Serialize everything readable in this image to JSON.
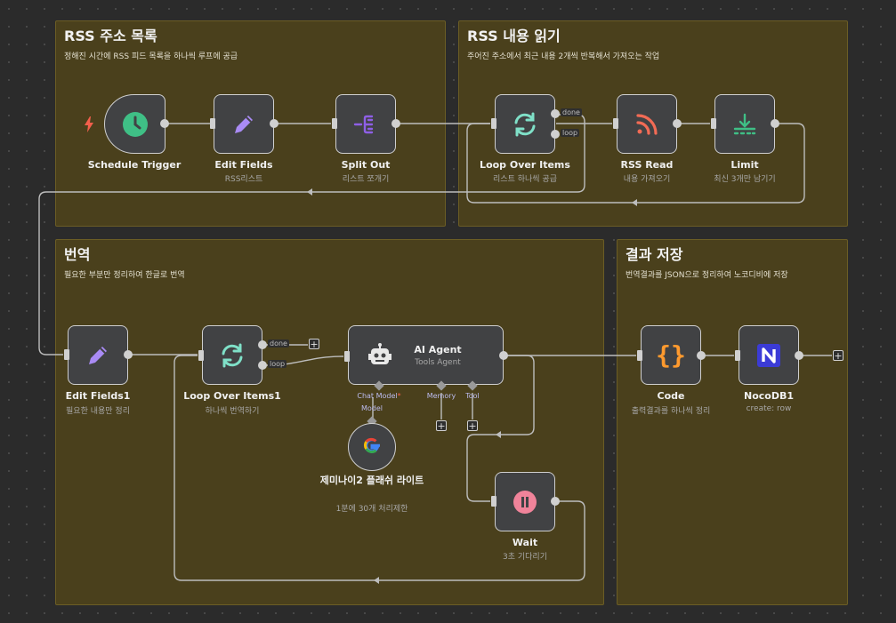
{
  "stickies": {
    "rss_list": {
      "title": "RSS 주소 목록",
      "desc": "정해진 시간에 RSS 피드 목록을 하나씩 루프에 공급"
    },
    "rss_read": {
      "title": "RSS 내용 읽기",
      "desc": "주어진 주소에서 최근 내용 2개씩 반복해서 가져오는 작업"
    },
    "translate": {
      "title": "번역",
      "desc": "필요한 부분만 정리하여 한글로 번역"
    },
    "save": {
      "title": "결과 저장",
      "desc": "번역결과를 JSON으로 정리하여 노코디비에 저장"
    }
  },
  "nodes": {
    "schedule_trigger": {
      "name": "Schedule Trigger",
      "sub": ""
    },
    "edit_fields": {
      "name": "Edit Fields",
      "sub": "RSS리스트"
    },
    "split_out": {
      "name": "Split Out",
      "sub": "리스트 쪼개기"
    },
    "loop_over_items": {
      "name": "Loop Over Items",
      "sub": "리스트 하나씩 공급"
    },
    "rss_read": {
      "name": "RSS Read",
      "sub": "내용 가져오기"
    },
    "limit": {
      "name": "Limit",
      "sub": "최신 3개만 남기기"
    },
    "edit_fields1": {
      "name": "Edit Fields1",
      "sub": "필요한 내용만 정리"
    },
    "loop_over_items1": {
      "name": "Loop Over Items1",
      "sub": "하나씩 번역하기"
    },
    "ai_agent": {
      "name": "AI Agent",
      "sub": "Tools Agent"
    },
    "gemini": {
      "name": "제미나이2 플래쉬 라이트",
      "sub": "1분에 30개 처리제한"
    },
    "wait": {
      "name": "Wait",
      "sub": "3초 기다리기"
    },
    "code": {
      "name": "Code",
      "sub": "출력결과를 하나씩 정리"
    },
    "nocodb": {
      "name": "NocoDB1",
      "sub": "create: row"
    }
  },
  "ports": {
    "done": "done",
    "loop": "loop",
    "chat_model": "Chat Model",
    "chat_model_required": "*",
    "model": "Model",
    "memory": "Memory",
    "tool": "Tool"
  },
  "icons": {
    "trigger": "lightning-icon",
    "schedule": "clock-icon",
    "edit": "pencil-icon",
    "split": "split-out-icon",
    "loop": "sync-icon",
    "rss": "rss-icon",
    "limit": "limit-icon",
    "agent": "robot-icon",
    "google": "google-g-icon",
    "wait": "pause-icon",
    "code": "braces-icon",
    "nocodb": "nocodb-icon"
  },
  "colors": {
    "canvas": "#2b2b2b",
    "sticky": "#4a401c",
    "node": "#414244",
    "schedule_green": "#3fbf86",
    "edit_purple": "#a98bf5",
    "split_purple": "#8e5fe6",
    "loop_teal": "#7fe0c8",
    "rss_red": "#f26b55",
    "limit_green": "#3fbf86",
    "wait_pink": "#f0839a",
    "code_orange": "#ff9a2e",
    "nocodb_blue": "#3b3bd6"
  }
}
